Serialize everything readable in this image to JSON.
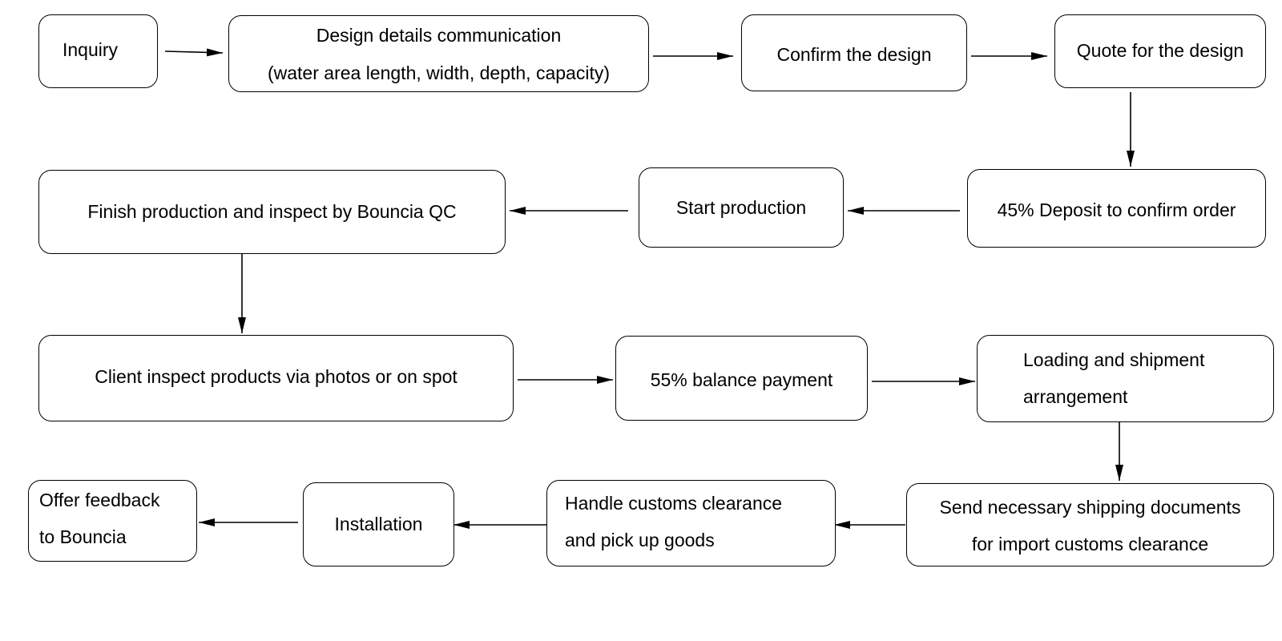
{
  "diagram": {
    "steps": [
      {
        "id": "inquiry",
        "lines": [
          "Inquiry"
        ]
      },
      {
        "id": "design-details",
        "lines": [
          "Design details communication",
          "(water area length, width, depth, capacity)"
        ]
      },
      {
        "id": "confirm-design",
        "lines": [
          "Confirm the design"
        ]
      },
      {
        "id": "quote-design",
        "lines": [
          "Quote for the design"
        ]
      },
      {
        "id": "deposit",
        "lines": [
          "45% Deposit to confirm order"
        ]
      },
      {
        "id": "start-production",
        "lines": [
          "Start production"
        ]
      },
      {
        "id": "finish-production",
        "lines": [
          "Finish production and inspect by Bouncia QC"
        ]
      },
      {
        "id": "client-inspect",
        "lines": [
          "Client inspect products via photos or on spot"
        ]
      },
      {
        "id": "balance-payment",
        "lines": [
          "55% balance payment"
        ]
      },
      {
        "id": "loading-shipment",
        "lines": [
          "Loading and shipment",
          "arrangement"
        ]
      },
      {
        "id": "send-documents",
        "lines": [
          "Send necessary shipping documents",
          "for import customs clearance"
        ]
      },
      {
        "id": "customs-clearance",
        "lines": [
          "Handle customs clearance",
          "and pick up goods"
        ]
      },
      {
        "id": "installation",
        "lines": [
          "Installation"
        ]
      },
      {
        "id": "offer-feedback",
        "lines": [
          "Offer feedback",
          "to Bouncia"
        ]
      }
    ],
    "connections": [
      {
        "from": "inquiry",
        "to": "design-details"
      },
      {
        "from": "design-details",
        "to": "confirm-design"
      },
      {
        "from": "confirm-design",
        "to": "quote-design"
      },
      {
        "from": "quote-design",
        "to": "deposit"
      },
      {
        "from": "deposit",
        "to": "start-production"
      },
      {
        "from": "start-production",
        "to": "finish-production"
      },
      {
        "from": "finish-production",
        "to": "client-inspect"
      },
      {
        "from": "client-inspect",
        "to": "balance-payment"
      },
      {
        "from": "balance-payment",
        "to": "loading-shipment"
      },
      {
        "from": "loading-shipment",
        "to": "send-documents"
      },
      {
        "from": "send-documents",
        "to": "customs-clearance"
      },
      {
        "from": "customs-clearance",
        "to": "installation"
      },
      {
        "from": "installation",
        "to": "offer-feedback"
      }
    ],
    "colors": {
      "line": "#000000",
      "box_fill": "#ffffff",
      "text": "#000000"
    }
  }
}
